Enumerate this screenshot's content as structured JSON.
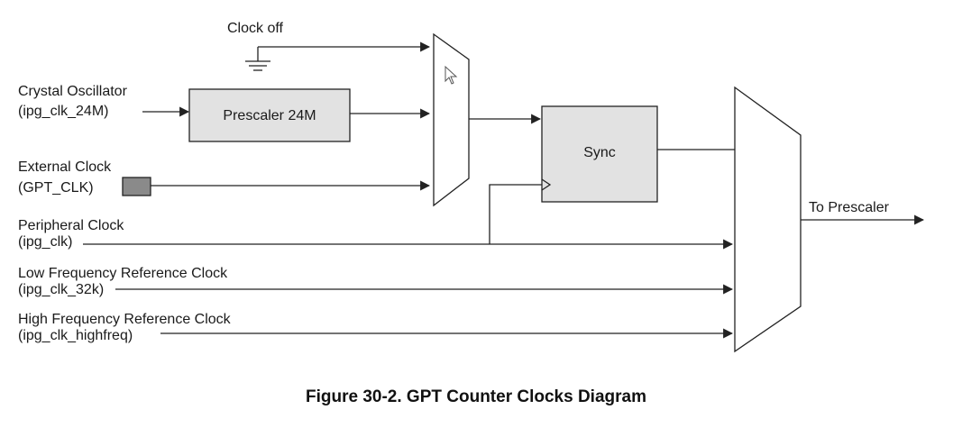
{
  "colors": {
    "box_fill": "#e2e2e2",
    "external_clock_pin": "#8a8a8a",
    "line": "#222222"
  },
  "labels": {
    "clock_off": "Clock off",
    "crystal_oscillator_name": "Crystal Oscillator",
    "crystal_oscillator_signal": "(ipg_clk_24M)",
    "external_clock_name": "External Clock",
    "external_clock_signal": "(GPT_CLK)",
    "peripheral_clock_name": "Peripheral Clock",
    "peripheral_clock_signal": "(ipg_clk)",
    "low_freq_name": "Low Frequency Reference Clock",
    "low_freq_signal": "(ipg_clk_32k)",
    "high_freq_name": "High Frequency Reference Clock",
    "high_freq_signal": "(ipg_clk_highfreq)",
    "output": "To Prescaler"
  },
  "blocks": {
    "prescaler": "Prescaler 24M",
    "sync": "Sync"
  },
  "icons": {
    "ground": "ground-icon",
    "cursor": "mouse-cursor-icon"
  },
  "caption": "Figure 30-2. GPT Counter Clocks Diagram"
}
